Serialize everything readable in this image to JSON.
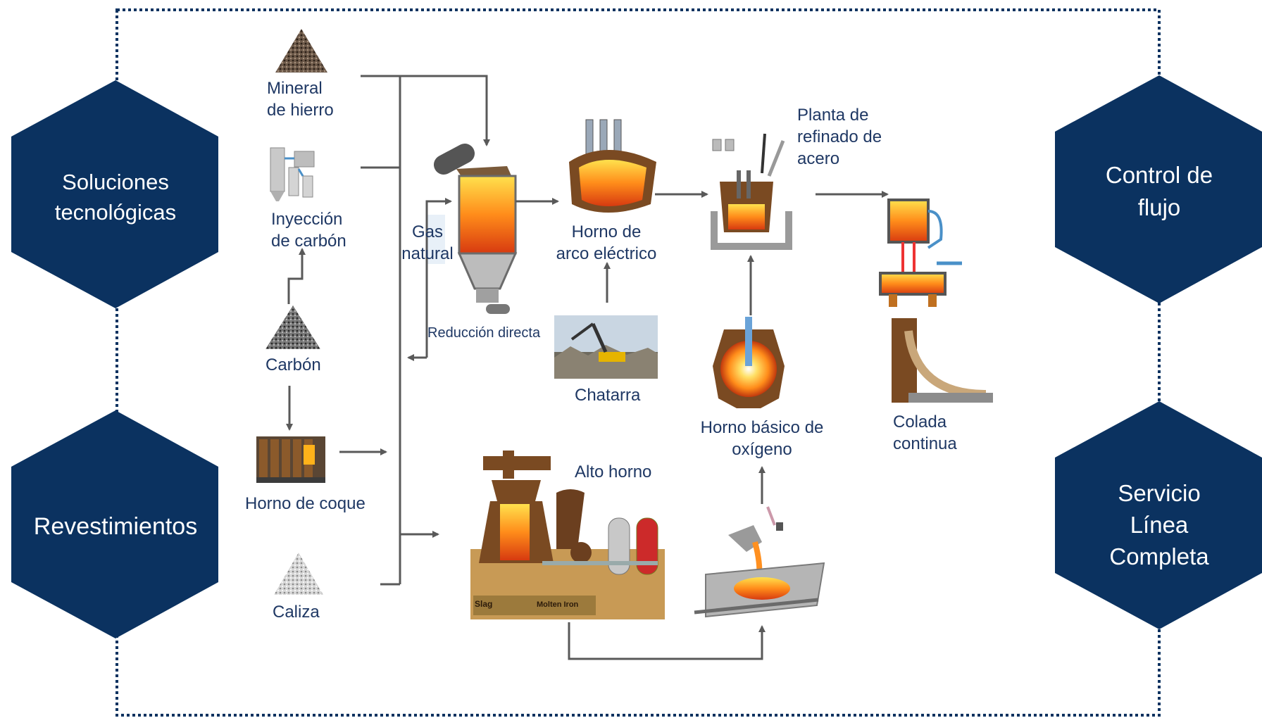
{
  "hexagons": {
    "top_left": "Soluciones\ntecnológicas",
    "bottom_left": "Revestimientos",
    "top_right": "Control de\nflujo",
    "bottom_right": "Servicio\nLínea\nCompleta"
  },
  "labels": {
    "iron_ore": "Mineral\nde hierro",
    "coal_injection": "Inyección\nde carbón",
    "coal": "Carbón",
    "coke_oven": "Horno  de coque",
    "limestone": "Caliza",
    "natural_gas": "Gas\nnatural",
    "direct_reduction": "Reducción directa",
    "eaf": "Horno  de\narco eléctrico",
    "scrap": "Chatarra",
    "refining_plant": "Planta de\nrefinado de\nacero",
    "bof": "Horno  básico de\noxígeno",
    "continuous_casting": "Colada\ncontinua",
    "blast_furnace": "Alto horno",
    "bf_slag": "Slag",
    "bf_molten_iron": "Molten Iron"
  },
  "colors": {
    "hexagon_fill": "#0b3260",
    "label_text": "#1f3864",
    "arrow": "#595959",
    "border_dots": "#0b3260",
    "molten": "#ff8c1a",
    "furnace_brown": "#7a4a22"
  }
}
